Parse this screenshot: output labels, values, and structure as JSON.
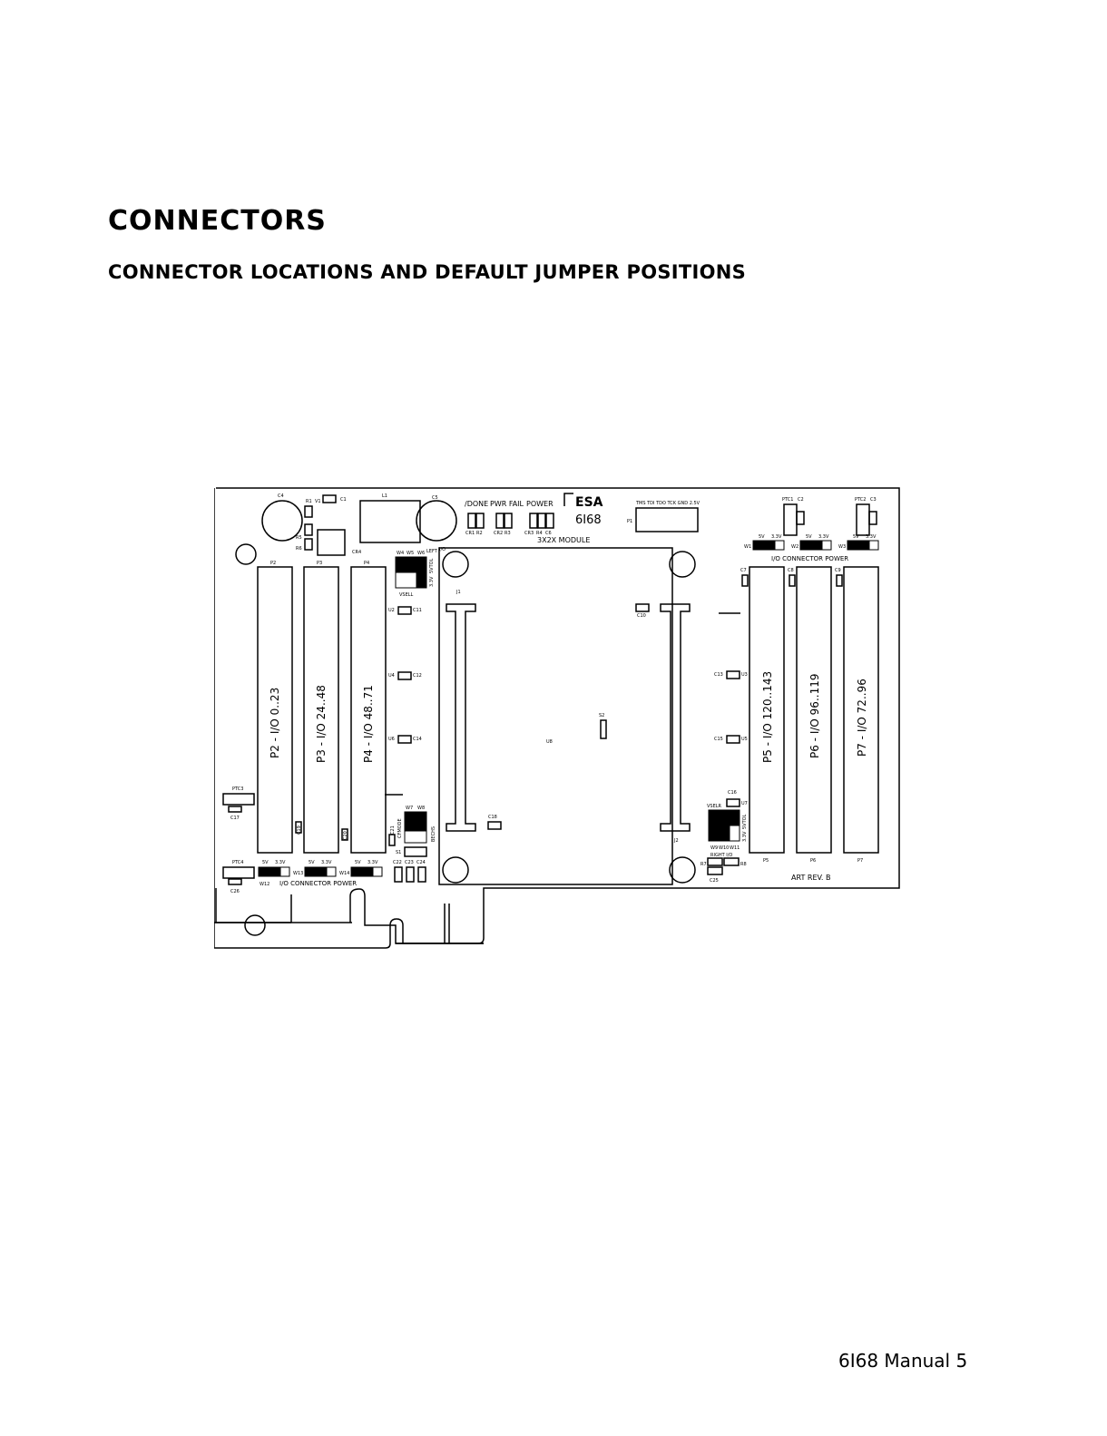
{
  "heading": "CONNECTORS",
  "subheading": "CONNECTOR LOCATIONS AND DEFAULT JUMPER POSITIONS",
  "footer": "6I68 Manual 5",
  "board": {
    "logo_text": "ESA",
    "board_name": "6I68",
    "module": "3X2X MODULE",
    "art_rev": "ART REV. B",
    "leds": {
      "done": "/DONE",
      "pwrfail": "PWR FAIL",
      "power": "POWER"
    },
    "io_power": "I/O CONNECTOR POWER",
    "jtag": "TMS TDI TDO TCK GND 2.5V",
    "connectors": {
      "p2": "P2 - I/O 0..23",
      "p3": "P3 - I/O 24..48",
      "p4": "P4 - I/O 48..71",
      "p5": "P5 - I/O 120..143",
      "p6": "P6 - I/O 96..119",
      "p7": "P7 - I/O 72..96"
    },
    "jumper_opts": {
      "v5": "5V",
      "v33": "3.3V"
    },
    "refs": {
      "P2": "P2",
      "P3": "P3",
      "P4": "P4",
      "P5": "P5",
      "P6": "P6",
      "P7": "P7",
      "C4": "C4",
      "C5": "C5",
      "L1": "L1",
      "R1": "R1",
      "V1": "V1",
      "C1": "C1",
      "R5": "R5",
      "R6": "R6",
      "CR4": "CR4",
      "W4": "W4",
      "W5": "W5",
      "W6": "W6",
      "LEFT": "LEFT",
      "IO": "I/O",
      "V33": "3.3V",
      "V5": "5VTOL",
      "VSEL": "VSELL",
      "CR1": "CR1",
      "R2": "R2",
      "CR2": "CR2",
      "R3": "R3",
      "CR3": "CR3",
      "R4": "R4",
      "C6": "C6",
      "P1": "P1",
      "PTC1": "PTC1",
      "C2": "C2",
      "PTC2": "PTC2",
      "C3": "C3",
      "W1": "W1",
      "W2": "W2",
      "W3": "W3",
      "J1": "J1",
      "J2": "J2",
      "C7": "C7",
      "C8": "C8",
      "C9": "C9",
      "C10": "C10",
      "C11": "C11",
      "C12": "C12",
      "C13": "C13",
      "C14": "C14",
      "C15": "C15",
      "C16": "C16",
      "C17": "C17",
      "C18": "C18",
      "C19": "C19",
      "C20": "C20",
      "C21": "C21",
      "C22": "C22",
      "C23": "C23",
      "C24": "C24",
      "C25": "C25",
      "C26": "C26",
      "U2": "U2",
      "U3": "U3",
      "U4": "U4",
      "U5": "U5",
      "U6": "U6",
      "U7": "U7",
      "U8": "U8",
      "S1": "S1",
      "S2": "S2",
      "PTC3": "PTC3",
      "PTC4": "PTC4",
      "W7": "W7",
      "W8": "W8",
      "W9": "W9",
      "W10": "W10",
      "W11": "W11",
      "W12": "W12",
      "W13": "W13",
      "W14": "W14",
      "CFMODE": "CFMODE",
      "BECHS": "BECHS",
      "VSELR": "VSELR",
      "RIGHT": "RIGHT I/O",
      "R7": "R7",
      "R8": "R8"
    }
  }
}
